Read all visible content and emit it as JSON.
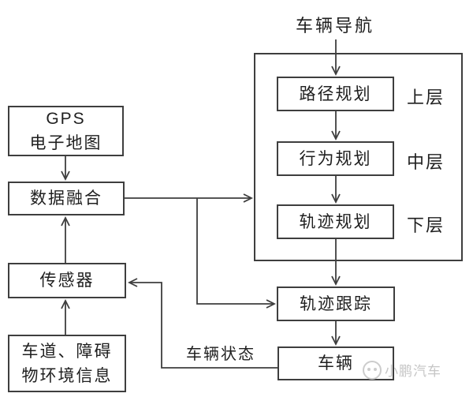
{
  "title": "车辆导航",
  "nodes": {
    "gps": "GPS\n电子地图",
    "data_fusion": "数据融合",
    "sensor": "传感器",
    "environment": "车道、障碍\n物环境信息",
    "path_planning": "路径规划",
    "behavior_planning": "行为规划",
    "trajectory_planning": "轨迹规划",
    "trajectory_tracking": "轨迹跟踪",
    "vehicle": "车辆"
  },
  "layer_labels": {
    "upper": "上层",
    "middle": "中层",
    "lower": "下层"
  },
  "edge_label": "车辆状态",
  "watermark": "小鹏汽车",
  "edges": [
    {
      "from": "车辆导航",
      "to": "路径规划"
    },
    {
      "from": "路径规划",
      "to": "行为规划"
    },
    {
      "from": "行为规划",
      "to": "轨迹规划"
    },
    {
      "from": "轨迹规划",
      "to": "轨迹跟踪"
    },
    {
      "from": "轨迹跟踪",
      "to": "车辆"
    },
    {
      "from": "GPS电子地图",
      "to": "数据融合"
    },
    {
      "from": "传感器",
      "to": "数据融合"
    },
    {
      "from": "车道、障碍物环境信息",
      "to": "传感器"
    },
    {
      "from": "数据融合",
      "to": "规划层容器"
    },
    {
      "from": "数据融合",
      "to": "轨迹跟踪"
    },
    {
      "from": "车辆",
      "to": "传感器",
      "label": "车辆状态"
    }
  ],
  "colors": {
    "line": "#3e3e3e",
    "text": "#1f1f1f",
    "watermark": "#c6c6c6",
    "background": "#ffffff"
  }
}
